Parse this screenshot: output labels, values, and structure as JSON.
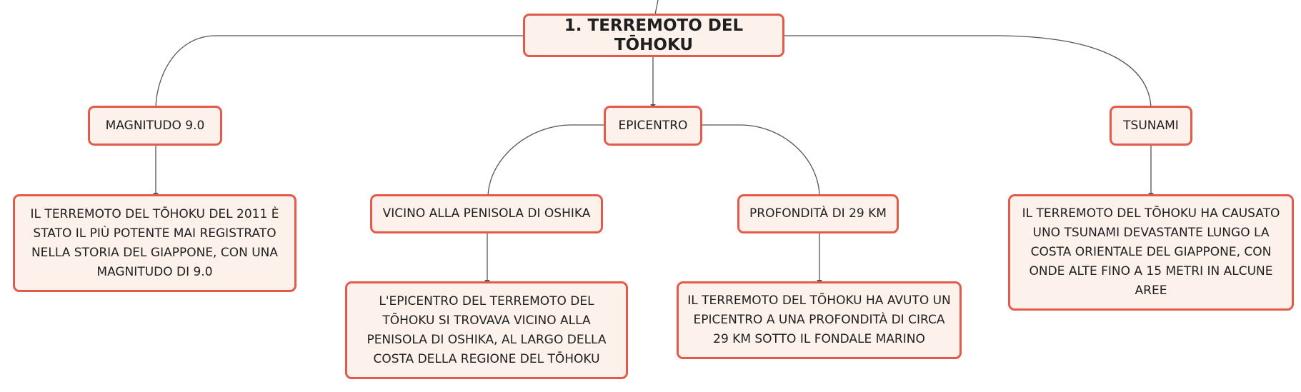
{
  "colors": {
    "node_fill": "#fdf1ec",
    "node_border": "#e3594a",
    "edge": "#555555",
    "text": "#1f1f1f"
  },
  "nodes": {
    "root": "1. TERREMOTO DEL TŌHOKU",
    "magnitudo": "MAGNITUDO 9.0",
    "epicentro": "EPICENTRO",
    "tsunami": "TSUNAMI",
    "magnitudo_desc": "IL TERREMOTO DEL TŌHOKU DEL 2011 È STATO IL PIÙ POTENTE MAI REGISTRATO NELLA STORIA DEL GIAPPONE, CON UNA MAGNITUDO DI 9.0",
    "penisola": "VICINO ALLA PENISOLA DI OSHIKA",
    "profondita": "PROFONDITÀ DI 29 KM",
    "tsunami_desc": "IL TERREMOTO DEL TŌHOKU HA CAUSATO UNO TSUNAMI DEVASTANTE LUNGO LA COSTA ORIENTALE DEL GIAPPONE, CON ONDE ALTE FINO A 15 METRI IN ALCUNE AREE",
    "penisola_desc": "L'EPICENTRO DEL TERREMOTO DEL TŌHOKU SI TROVAVA VICINO ALLA PENISOLA DI OSHIKA, AL LARGO DELLA COSTA DELLA REGIONE DEL TŌHOKU",
    "profondita_desc": "IL TERREMOTO DEL TŌHOKU HA AVUTO UN EPICENTRO A UNA PROFONDITÀ DI CIRCA 29 KM SOTTO IL FONDALE MARINO"
  }
}
